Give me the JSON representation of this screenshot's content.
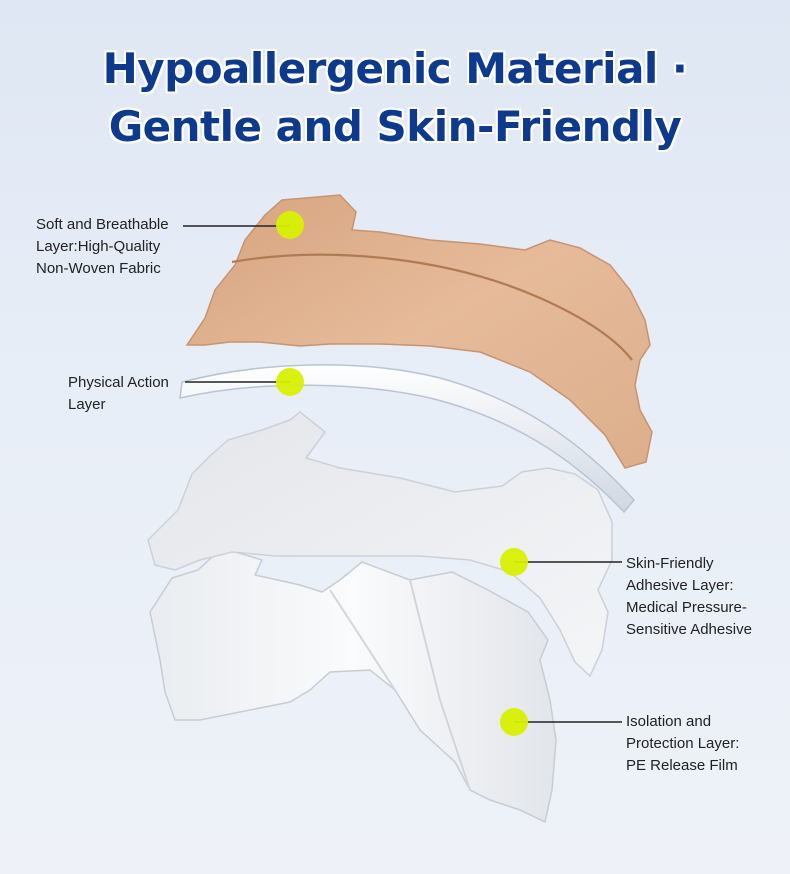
{
  "title": {
    "line1": "Hypoallergenic Material ·",
    "line2": "Gentle and Skin-Friendly"
  },
  "callouts": {
    "fabric": {
      "lines": [
        "Soft and Breathable",
        "Layer:High-Quality",
        "Non-Woven Fabric"
      ]
    },
    "action": {
      "lines": [
        "Physical Action",
        "Layer"
      ]
    },
    "adhesive": {
      "lines": [
        "Skin-Friendly",
        "Adhesive Layer:",
        "Medical Pressure-",
        "Sensitive Adhesive"
      ]
    },
    "isolation": {
      "lines": [
        "Isolation and",
        "Protection Layer:",
        "PE Release Film"
      ]
    }
  },
  "colors": {
    "title": "#0d3a8c",
    "fabric": "#e0b391",
    "marker": "#d8f000"
  }
}
